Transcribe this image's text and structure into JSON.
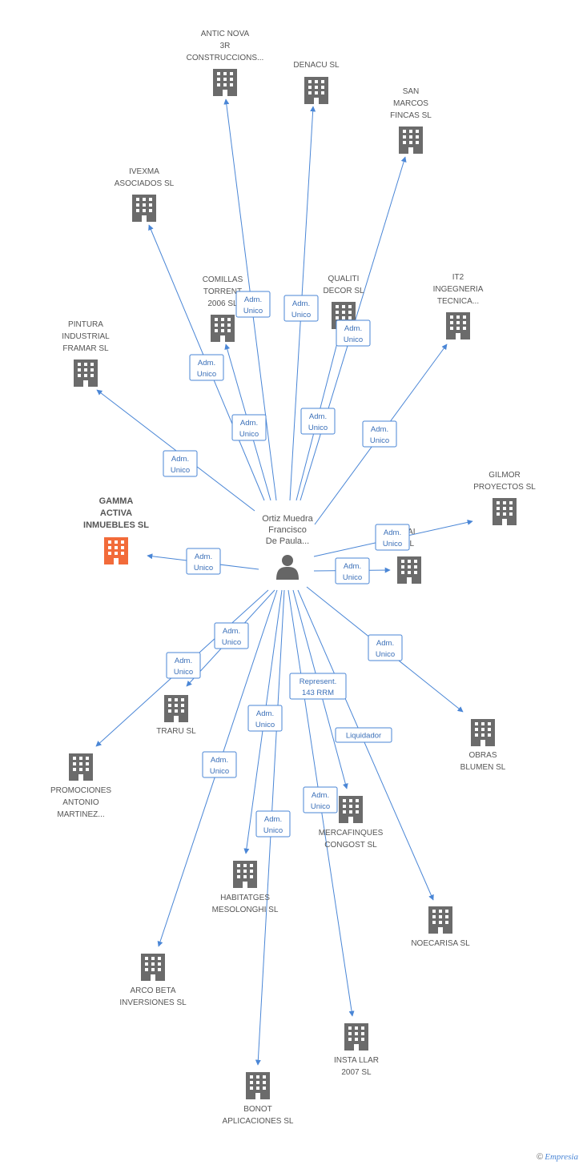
{
  "colors": {
    "edge": "#4a86d6",
    "building": "#6b6b6b",
    "highlight": "#f26b3a",
    "person": "#666666"
  },
  "person": {
    "lines": [
      "Ortiz Muedra",
      "Francisco",
      "De Paula..."
    ],
    "icon": "person-icon"
  },
  "nodes": [
    {
      "id": "antic",
      "lines": [
        "ANTIC NOVA",
        "3R",
        "CONSTRUCCIONS..."
      ]
    },
    {
      "id": "denacu",
      "lines": [
        "DENACU SL"
      ]
    },
    {
      "id": "sanmarcos",
      "lines": [
        "SAN",
        "MARCOS",
        "FINCAS SL"
      ]
    },
    {
      "id": "ivexma",
      "lines": [
        "IVEXMA",
        "ASOCIADOS SL"
      ]
    },
    {
      "id": "comillas",
      "lines": [
        "COMILLAS",
        "TORRENT",
        "2006 SL"
      ]
    },
    {
      "id": "qualiti",
      "lines": [
        "QUALITI",
        "DECOR SL"
      ]
    },
    {
      "id": "it2",
      "lines": [
        "IT2",
        "INGEGNERIA",
        "TECNICA..."
      ]
    },
    {
      "id": "pintura",
      "lines": [
        "PINTURA",
        "INDUSTRIAL",
        "FRAMAR SL"
      ]
    },
    {
      "id": "gamma",
      "lines": [
        "GAMMA",
        "ACTIVA",
        "INMUEBLES SL"
      ],
      "highlight": true
    },
    {
      "id": "gilmor",
      "lines": [
        "GILMOR",
        "PROYECTOS SL"
      ]
    },
    {
      "id": "lai",
      "lines": [
        "LAI",
        "SL"
      ]
    },
    {
      "id": "traru",
      "lines": [
        "TRARU SL"
      ]
    },
    {
      "id": "obras",
      "lines": [
        "OBRAS",
        "BLUMEN SL"
      ]
    },
    {
      "id": "promociones",
      "lines": [
        "PROMOCIONES",
        "ANTONIO",
        "MARTINEZ..."
      ]
    },
    {
      "id": "mercafinques",
      "lines": [
        "MERCAFINQUES",
        "CONGOST SL"
      ]
    },
    {
      "id": "habitatges",
      "lines": [
        "HABITATGES",
        "MESOLONGHI SL"
      ]
    },
    {
      "id": "noecarisa",
      "lines": [
        "NOECARISA SL"
      ]
    },
    {
      "id": "arcobeta",
      "lines": [
        "ARCO BETA",
        "INVERSIONES SL"
      ]
    },
    {
      "id": "instalar",
      "lines": [
        "INSTA LLAR",
        "2007 SL"
      ]
    },
    {
      "id": "bonot",
      "lines": [
        "BONOT",
        "APLICACIONES SL"
      ]
    }
  ],
  "edges": [
    {
      "to": "antic",
      "label": [
        "Adm.",
        "Unico"
      ]
    },
    {
      "to": "denacu",
      "label": [
        "Adm.",
        "Unico"
      ]
    },
    {
      "to": "sanmarcos",
      "label": [
        "Adm.",
        "Unico"
      ]
    },
    {
      "to": "qualiti",
      "label": [
        "Adm.",
        "Unico"
      ]
    },
    {
      "to": "ivexma",
      "label": [
        "Adm.",
        "Unico"
      ]
    },
    {
      "to": "comillas",
      "label": [
        "Adm.",
        "Unico"
      ]
    },
    {
      "to": "it2",
      "label": [
        "Adm.",
        "Unico"
      ]
    },
    {
      "to": "pintura",
      "label": [
        "Adm.",
        "Unico"
      ]
    },
    {
      "to": "gamma",
      "label": [
        "Adm.",
        "Unico"
      ]
    },
    {
      "to": "gilmor",
      "label": [
        "Adm.",
        "Unico"
      ]
    },
    {
      "to": "lai",
      "label": [
        "Adm.",
        "Unico"
      ]
    },
    {
      "to": "traru",
      "label": [
        "Adm.",
        "Unico"
      ]
    },
    {
      "to": "promociones",
      "label": [
        "Adm.",
        "Unico"
      ]
    },
    {
      "to": "obras",
      "label": [
        "Adm.",
        "Unico"
      ]
    },
    {
      "to": "mercafinques",
      "label": [
        "Represent.",
        "143 RRM"
      ]
    },
    {
      "to": "noecarisa",
      "label": [
        "Liquidador"
      ]
    },
    {
      "to": "habitatges",
      "label": [
        "Adm.",
        "Unico"
      ]
    },
    {
      "to": "arcobeta",
      "label": [
        "Adm.",
        "Unico"
      ]
    },
    {
      "to": "instalar",
      "label": [
        "Adm.",
        "Unico"
      ]
    },
    {
      "to": "bonot",
      "label": [
        "Adm.",
        "Unico"
      ]
    }
  ],
  "footer": {
    "copyright": "©",
    "brand": "Empresia"
  }
}
